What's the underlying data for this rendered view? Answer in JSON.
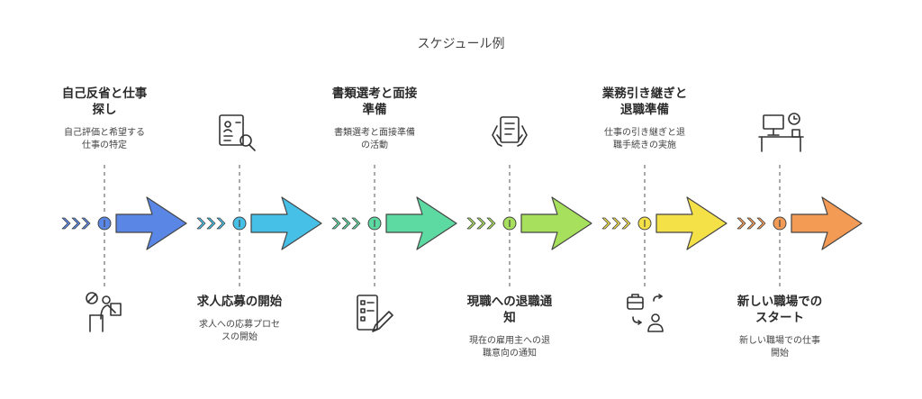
{
  "title": "スケジュール例",
  "colors": {
    "stage1": "#5a86e6",
    "stage2": "#47c0e8",
    "stage3": "#5ddaa2",
    "stage4": "#a7e05c",
    "stage5": "#f4e047",
    "stage6": "#f39a55"
  },
  "stages": [
    {
      "title_lines": [
        "自己反省と仕事",
        "探し"
      ],
      "desc_lines": [
        "自己評価と希望する",
        "仕事の特定"
      ],
      "icon": "person-prohibited-icon"
    },
    {
      "title_lines": [
        "求人応募の開始"
      ],
      "desc_lines": [
        "求人への応募プロセ",
        "スの開始"
      ],
      "icon": "document-search-icon"
    },
    {
      "title_lines": [
        "書類選考と面接",
        "準備"
      ],
      "desc_lines": [
        "書類選考と面接準備",
        "の活動"
      ],
      "icon": "checklist-pencil-icon"
    },
    {
      "title_lines": [
        "現職への退職通",
        "知"
      ],
      "desc_lines": [
        "現在の雇用主への退",
        "職意向の通知"
      ],
      "icon": "hands-document-icon"
    },
    {
      "title_lines": [
        "業務引き継ぎと",
        "退職準備"
      ],
      "desc_lines": [
        "仕事の引き継ぎと退",
        "職手続きの実施"
      ],
      "icon": "briefcase-handover-icon"
    },
    {
      "title_lines": [
        "新しい職場での",
        "スタート"
      ],
      "desc_lines": [
        "新しい職場での仕事",
        "開始"
      ],
      "icon": "desk-clock-icon"
    }
  ]
}
